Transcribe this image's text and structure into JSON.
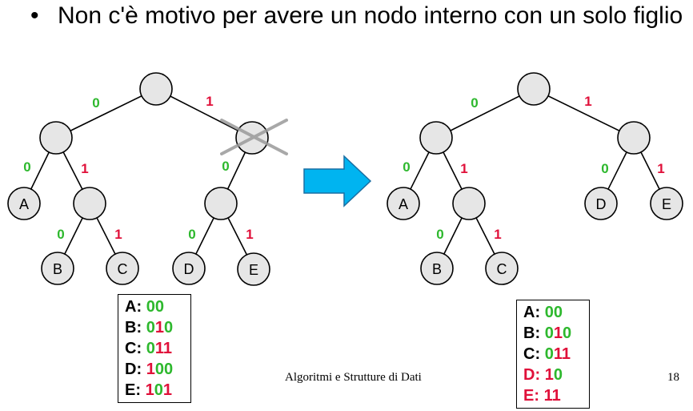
{
  "bullet": {
    "symbol": "•",
    "text": "Non c'è motivo per avere un nodo interno con un solo figlio"
  },
  "colors": {
    "green": "#2db82d",
    "red": "#e0103a",
    "node_fill": "#e6e6e6",
    "arrow": "#00b4f0"
  },
  "left_tree": {
    "edge_labels": [
      "0",
      "1",
      "0",
      "1",
      "0",
      "0",
      "1",
      "0",
      "1"
    ],
    "leaves": [
      "A",
      "B",
      "C",
      "D",
      "E"
    ]
  },
  "right_tree": {
    "edge_labels": [
      "0",
      "1",
      "0",
      "1",
      "0",
      "1",
      "0",
      "1"
    ],
    "leaves": [
      "A",
      "B",
      "C",
      "D",
      "E"
    ]
  },
  "left_codes": [
    {
      "letter": "A",
      "sep": ":",
      "code": [
        {
          "d": "0",
          "c": "green"
        },
        {
          "d": "0",
          "c": "green"
        }
      ]
    },
    {
      "letter": "B",
      "sep": ":",
      "code": [
        {
          "d": "0",
          "c": "green"
        },
        {
          "d": "1",
          "c": "red"
        },
        {
          "d": "0",
          "c": "green"
        }
      ]
    },
    {
      "letter": "C",
      "sep": ":",
      "code": [
        {
          "d": "0",
          "c": "green"
        },
        {
          "d": "1",
          "c": "red"
        },
        {
          "d": "1",
          "c": "red"
        }
      ]
    },
    {
      "letter": "D",
      "sep": ":",
      "code": [
        {
          "d": "1",
          "c": "red"
        },
        {
          "d": "0",
          "c": "green"
        },
        {
          "d": "0",
          "c": "green"
        }
      ]
    },
    {
      "letter": "E",
      "sep": ":",
      "code": [
        {
          "d": "1",
          "c": "red"
        },
        {
          "d": "0",
          "c": "green"
        },
        {
          "d": "1",
          "c": "red"
        }
      ]
    }
  ],
  "right_codes": [
    {
      "letter": "A",
      "letter_color": "black",
      "sep": ":",
      "code": [
        {
          "d": "0",
          "c": "green"
        },
        {
          "d": "0",
          "c": "green"
        }
      ]
    },
    {
      "letter": "B",
      "letter_color": "black",
      "sep": ":",
      "code": [
        {
          "d": "0",
          "c": "green"
        },
        {
          "d": "1",
          "c": "red"
        },
        {
          "d": "0",
          "c": "green"
        }
      ]
    },
    {
      "letter": "C",
      "letter_color": "black",
      "sep": ":",
      "code": [
        {
          "d": "0",
          "c": "green"
        },
        {
          "d": "1",
          "c": "red"
        },
        {
          "d": "1",
          "c": "red"
        }
      ]
    },
    {
      "letter": "D",
      "letter_color": "red",
      "sep": ":",
      "code": [
        {
          "d": "1",
          "c": "red"
        },
        {
          "d": "0",
          "c": "green"
        }
      ]
    },
    {
      "letter": "E",
      "letter_color": "red",
      "sep": ":",
      "code": [
        {
          "d": "1",
          "c": "red"
        },
        {
          "d": "1",
          "c": "red"
        }
      ]
    }
  ],
  "footer": {
    "title": "Algoritmi e Strutture di Dati",
    "page": "18"
  }
}
